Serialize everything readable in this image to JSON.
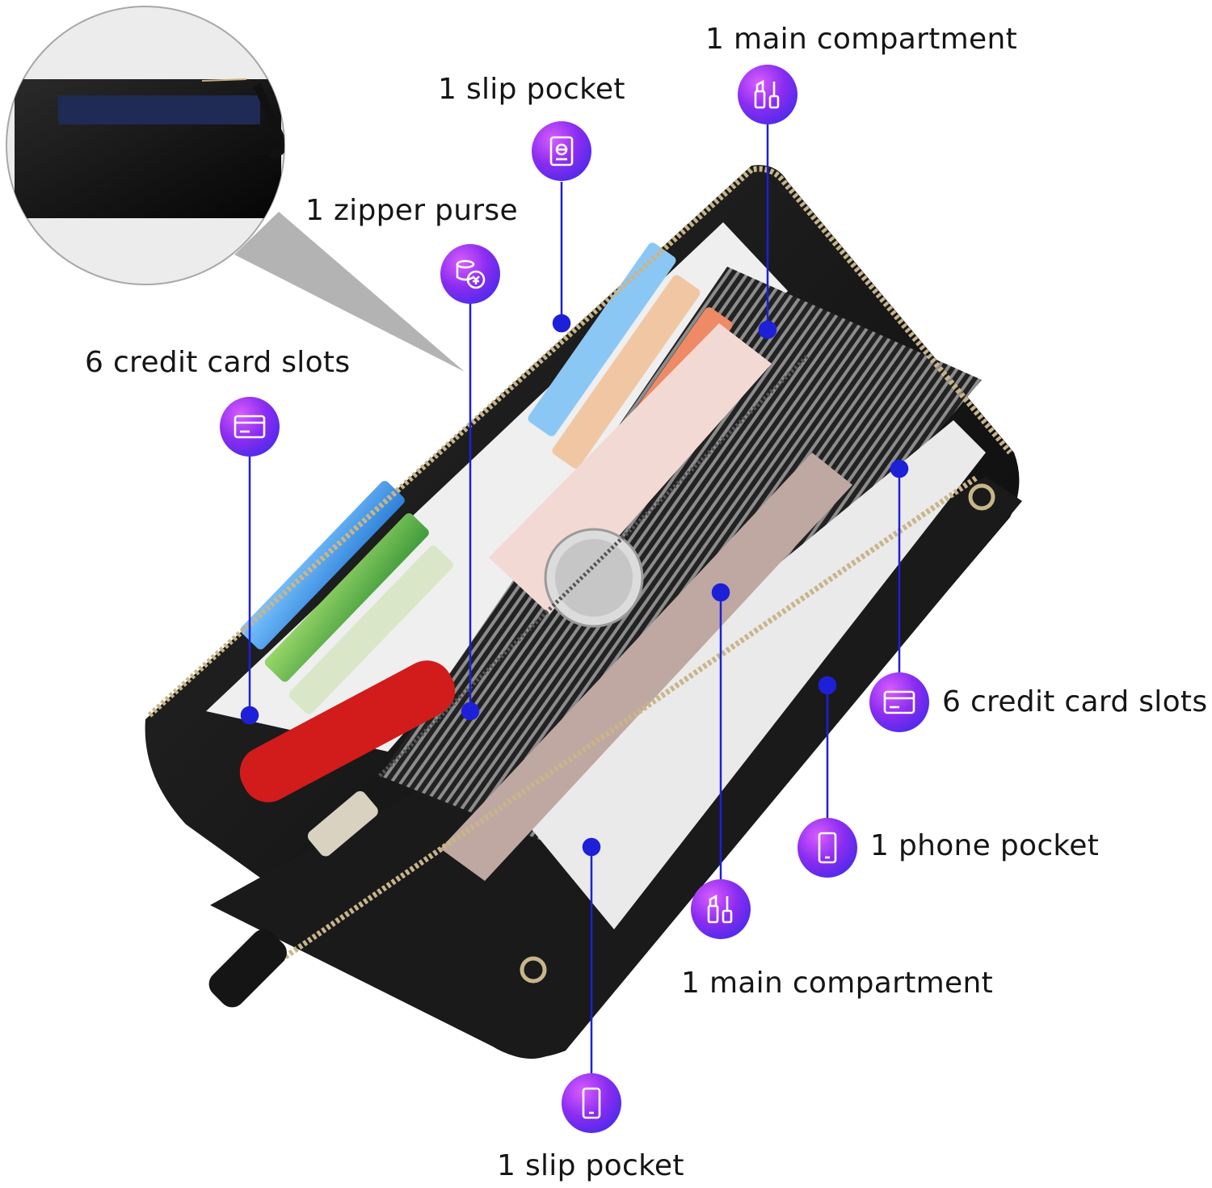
{
  "colors": {
    "accent": "#2b2ae8",
    "badge_start": "#d95cff",
    "badge_end": "#2b2ae8"
  },
  "labels": {
    "main_top": "1 main compartment",
    "slip_top": "1 slip pocket",
    "zipper_purse": "1 zipper purse",
    "cards_left": "6 credit card slots",
    "cards_right": "6 credit card slots",
    "phone_pocket": "1 phone pocket",
    "main_bottom": "1 main compartment",
    "slip_bottom": "1 slip pocket"
  },
  "icons": {
    "main_top": "makeup-icon",
    "slip_top": "passport-icon",
    "zipper_purse": "coins-icon",
    "cards_left": "credit-card-icon",
    "cards_right": "credit-card-icon",
    "phone_pocket": "phone-icon",
    "main_bottom": "makeup-icon",
    "slip_bottom": "phone-icon"
  }
}
